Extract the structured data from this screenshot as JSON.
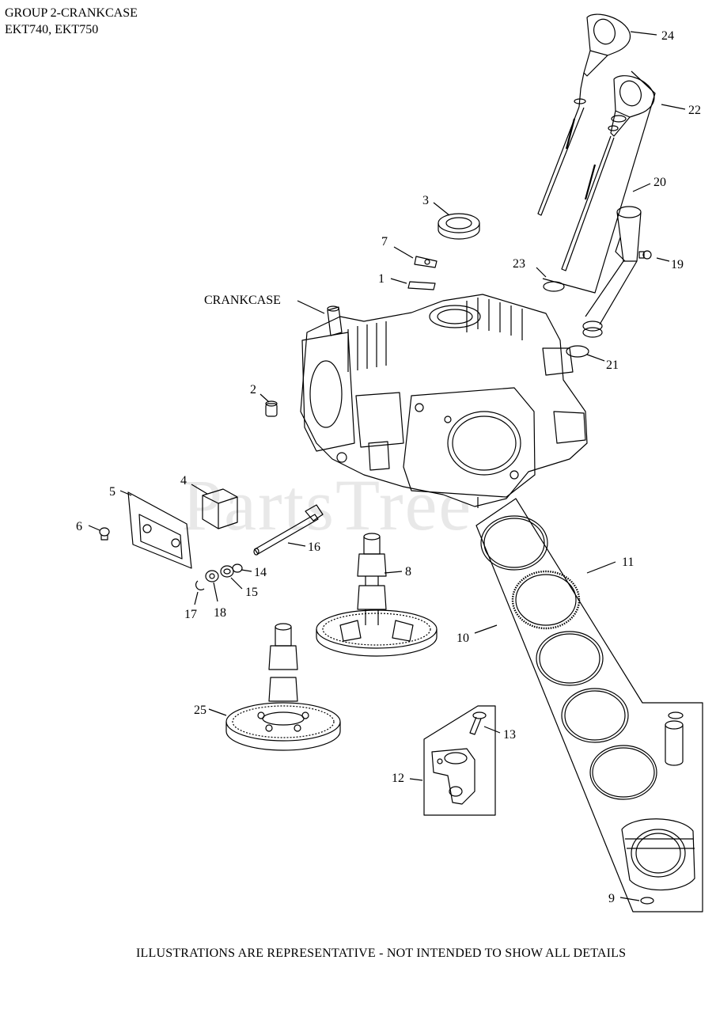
{
  "header": {
    "line1": "GROUP 2-CRANKCASE",
    "line2": "EKT740, EKT750"
  },
  "watermark": "PartsTree",
  "callouts": {
    "c1": "1",
    "c2": "2",
    "c3": "3",
    "c4": "4",
    "c5": "5",
    "c6": "6",
    "c7": "7",
    "c8": "8",
    "c9": "9",
    "c10": "10",
    "c11": "11",
    "c12": "12",
    "c13": "13",
    "c14": "14",
    "c15": "15",
    "c16": "16",
    "c17": "17",
    "c18": "18",
    "c19": "19",
    "c20": "20",
    "c21": "21",
    "c22": "22",
    "c23": "23",
    "c24": "24",
    "c25": "25",
    "crankcase": "CRANKCASE"
  },
  "footer": "ILLUSTRATIONS ARE REPRESENTATIVE - NOT INTENDED TO SHOW ALL DETAILS",
  "colors": {
    "line": "#000000",
    "watermark": "#969696"
  }
}
